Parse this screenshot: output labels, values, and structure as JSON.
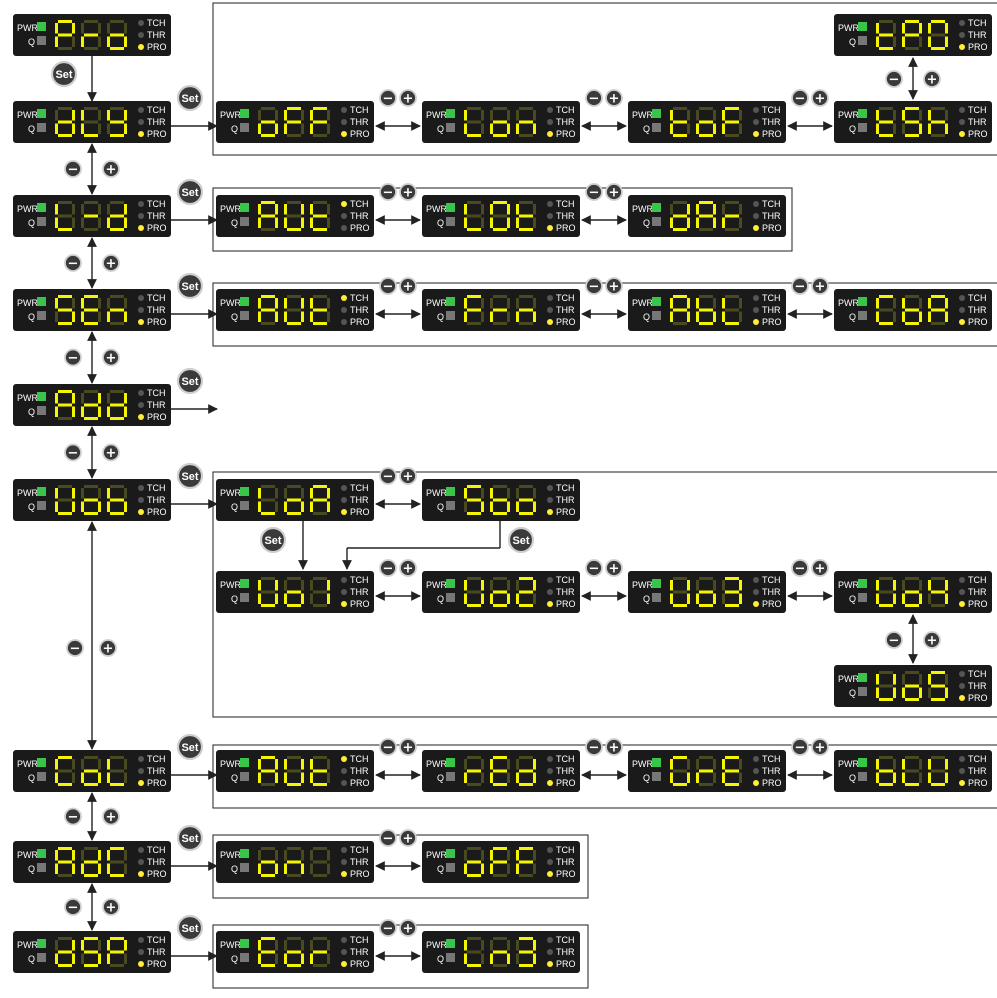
{
  "labels": {
    "pwr": "PWR",
    "q": "Q",
    "tch": "TCH",
    "thr": "THR",
    "pro": "PRO"
  },
  "buttons": {
    "set": "Set",
    "minus": "−",
    "plus": "+"
  },
  "colors": {
    "panel": "#1a1a1a",
    "segment_on": "#f5f500",
    "segment_off": "#4a4a20",
    "led_on": "#ffee33",
    "led_off": "#555555",
    "pwr_led": "#39c44a",
    "q_led": "#777777",
    "line": "#333333",
    "button_fill": "#3a3a3a"
  },
  "menu": [
    {
      "code": "Pro",
      "indicator": "PRO",
      "children": []
    },
    {
      "code": "dLy",
      "indicator": "PRO",
      "children": [
        {
          "code": "oFF",
          "indicator": "PRO"
        },
        {
          "code": "Lon",
          "indicator": "PRO"
        },
        {
          "code": "toF",
          "indicator": "PRO"
        },
        {
          "code": "tSh",
          "indicator": "PRO"
        },
        {
          "code": "tP0",
          "indicator": "PRO"
        }
      ]
    },
    {
      "code": "L-d",
      "indicator": "PRO",
      "children": [
        {
          "code": "AUt",
          "indicator": "TCH"
        },
        {
          "code": "LOt",
          "indicator": "PRO"
        },
        {
          "code": "dAr",
          "indicator": "PRO"
        }
      ]
    },
    {
      "code": "SEn",
      "indicator": "PRO",
      "children": [
        {
          "code": "AUt",
          "indicator": "TCH"
        },
        {
          "code": "Frn",
          "indicator": "PRO"
        },
        {
          "code": "AbL",
          "indicator": "PRO"
        },
        {
          "code": "CbA",
          "indicator": "PRO"
        }
      ]
    },
    {
      "code": "Add",
      "indicator": "PRO",
      "children": []
    },
    {
      "code": "Uob",
      "indicator": "PRO",
      "children": [
        {
          "code": "LoA",
          "indicator": "PRO"
        },
        {
          "code": "Sbo",
          "indicator": "PRO"
        },
        {
          "code": "Uo1",
          "indicator": "PRO"
        },
        {
          "code": "Uo2",
          "indicator": "PRO"
        },
        {
          "code": "Uo3",
          "indicator": "PRO"
        },
        {
          "code": "Uo4",
          "indicator": "PRO"
        },
        {
          "code": "Uo5",
          "indicator": "PRO"
        }
      ]
    },
    {
      "code": "CoL",
      "indicator": "PRO",
      "children": [
        {
          "code": "AUt",
          "indicator": "TCH"
        },
        {
          "code": "rEd",
          "indicator": "PRO"
        },
        {
          "code": "GrE",
          "indicator": "PRO"
        },
        {
          "code": "bLU",
          "indicator": "PRO"
        }
      ]
    },
    {
      "code": "AdC",
      "indicator": "PRO",
      "children": [
        {
          "code": "on",
          "indicator": "PRO"
        },
        {
          "code": "oFF",
          "indicator": "PRO"
        }
      ]
    },
    {
      "code": "dSP",
      "indicator": "PRO",
      "children": [
        {
          "code": "Eor",
          "indicator": "PRO"
        },
        {
          "code": "Ln3",
          "indicator": "PRO"
        }
      ]
    }
  ]
}
